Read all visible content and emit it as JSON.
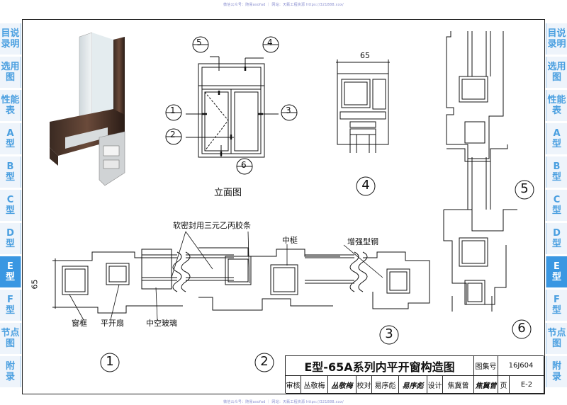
{
  "watermark": {
    "top": "微信公众号：随易asofad ｜ 网站：天籁工程资源 https://321888.xxx/",
    "bottom": "微信公众号：随易asofad ｜ 网站：天籁工程资源 https://321888.xxx/"
  },
  "left_tabs": [
    {
      "id": "mulu",
      "label": "目说\n录明",
      "active": false
    },
    {
      "id": "xuanyong",
      "label": "选用\n图",
      "active": false
    },
    {
      "id": "xingneng",
      "label": "性能\n表",
      "active": false
    },
    {
      "id": "a",
      "label": "A\n型",
      "active": false
    },
    {
      "id": "b",
      "label": "B\n型",
      "active": false
    },
    {
      "id": "c",
      "label": "C\n型",
      "active": false
    },
    {
      "id": "d",
      "label": "D\n型",
      "active": false
    },
    {
      "id": "e",
      "label": "E\n型",
      "active": true
    },
    {
      "id": "f",
      "label": "F\n型",
      "active": false
    },
    {
      "id": "jiedian",
      "label": "节点\n图",
      "active": false
    },
    {
      "id": "fulu",
      "label": "附\n录",
      "active": false
    }
  ],
  "right_tabs": [
    {
      "id": "mulu",
      "label": "目说\n录明",
      "active": false
    },
    {
      "id": "xuanyong",
      "label": "选用\n图",
      "active": false
    },
    {
      "id": "xingneng",
      "label": "性能\n表",
      "active": false
    },
    {
      "id": "a",
      "label": "A\n型",
      "active": false
    },
    {
      "id": "b",
      "label": "B\n型",
      "active": false
    },
    {
      "id": "c",
      "label": "C\n型",
      "active": false
    },
    {
      "id": "d",
      "label": "D\n型",
      "active": false
    },
    {
      "id": "e",
      "label": "E\n型",
      "active": true
    },
    {
      "id": "f",
      "label": "F\n型",
      "active": false
    },
    {
      "id": "jiedian",
      "label": "节点\n图",
      "active": false
    },
    {
      "id": "fulu",
      "label": "附\n录",
      "active": false
    }
  ],
  "elevation": {
    "title": "立面图",
    "markers": [
      "1",
      "2",
      "3",
      "4",
      "5",
      "6"
    ]
  },
  "dimensions": {
    "section4_width": "65",
    "section1_height": "65"
  },
  "labels": {
    "seal_strip": "软密封用三元乙丙胶条",
    "mullion": "中梃",
    "steel": "增强型钢",
    "frame": "窗框",
    "sash": "平开扇",
    "glass": "中空玻璃"
  },
  "section_numbers": [
    "1",
    "2",
    "3",
    "4",
    "5",
    "6"
  ],
  "title_block": {
    "title": "E型-65A系列内平开窗构造图",
    "atlas_label": "图集号",
    "atlas_no": "16J604",
    "page_label": "页",
    "page_no": "E-2",
    "review_label": "审核",
    "reviewer": "丛敬梅",
    "reviewer_sig": "丛敬梅",
    "check_label": "校对",
    "checker": "易序彪",
    "checker_sig": "易序彪",
    "design_label": "设计",
    "designer": "焦冀曾",
    "designer_sig": "焦冀曾"
  },
  "colors": {
    "tab_bg": "#eef4fb",
    "tab_text": "#4a9fe0",
    "tab_active": "#3a97e2"
  }
}
